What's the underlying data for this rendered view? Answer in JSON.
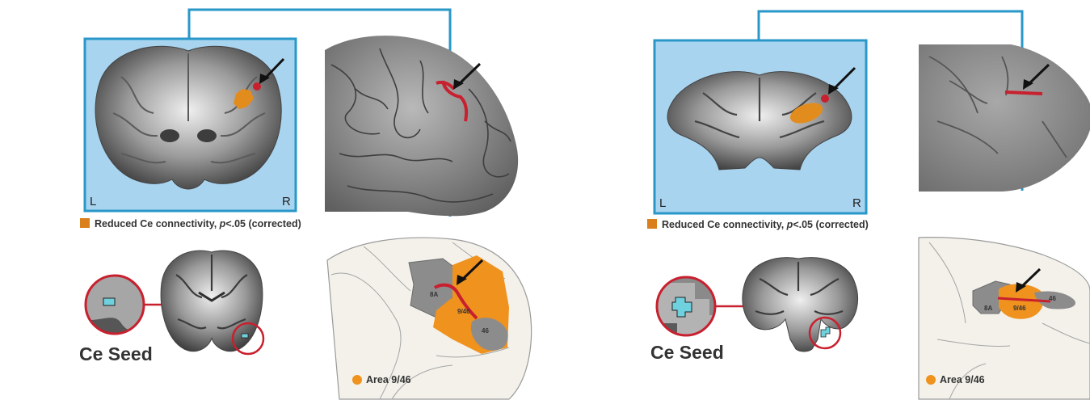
{
  "left_panel": {
    "coronal_labels": {
      "left": "L",
      "right": "R"
    },
    "legend": {
      "prefix": "Reduced Ce connectivity, ",
      "stat": "p",
      "suffix": "<.05 (corrected)",
      "swatch_color": "#d9801c"
    },
    "seed_label": "Ce Seed",
    "area_legend": {
      "label": "Area 9/46",
      "dot_color": "#f0921e"
    },
    "areas": {
      "a8a": "8A",
      "a946": "9/46",
      "a46": "46"
    }
  },
  "right_panel": {
    "coronal_labels": {
      "left": "L",
      "right": "R"
    },
    "legend": {
      "prefix": "Reduced Ce connectivity, ",
      "stat": "p",
      "suffix": "<.05 (corrected)",
      "swatch_color": "#d9801c"
    },
    "seed_label": "Ce Seed",
    "area_legend": {
      "label": "Area 9/46",
      "dot_color": "#f0921e"
    },
    "areas": {
      "a8a": "8A",
      "a946": "9/46",
      "a46": "46"
    }
  },
  "colors": {
    "frame_blue": "#2a97c9",
    "panel_bg": "#a9d4ef",
    "highlight_red": "#c8202e",
    "cluster_orange": "#e38c1e",
    "area_gray": "#8c8c8c",
    "seed_cyan": "#6fd0de"
  }
}
